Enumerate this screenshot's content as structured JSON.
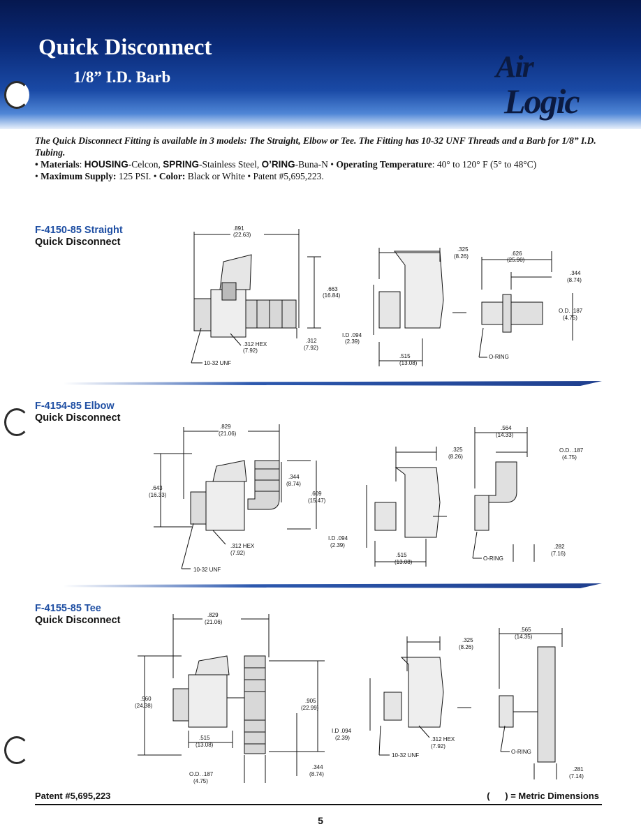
{
  "header": {
    "title": "Quick Disconnect",
    "subtitle": "1/8” I.D. Barb",
    "logo_line1": "Air",
    "logo_line2": "Logic",
    "colors": {
      "band_dark": "#06184f",
      "band_light": "#4f86d6",
      "model_blue": "#1f4fa3"
    }
  },
  "intro": {
    "summary": "The Quick Disconnect Fitting is available in 3 models: The Straight, Elbow or Tee. The Fitting has 10-32 UNF Threads and a Barb for 1/8” I.D. Tubing.",
    "line2": {
      "bullet": "•",
      "materials_label": "Materials",
      "housing_label": "HOUSING",
      "housing_value": "-Celcon,",
      "spring_label": "SPRING",
      "spring_value": "-Stainless Steel,",
      "oring_label": "O’RING",
      "oring_value": "-Buna-N",
      "temp_label": "Operating Temperature",
      "temp_value": ": 40° to 120° F (5° to 48°C)"
    },
    "line3": {
      "supply_label": "Maximum Supply:",
      "supply_value": "125 PSI.",
      "color_label": "Color:",
      "color_value": "Black or White",
      "patent": "• Patent #5,695,223."
    }
  },
  "sections": [
    {
      "model": "F-4150-85 Straight",
      "description": "Quick Disconnect",
      "dims": {
        "width": ".891",
        "width_mm": "(22.63)",
        "height": ".663",
        "height_mm": "(16.84)",
        "hex": ".312 HEX",
        "hex_mm": "(7.92)",
        "barb_len": ".312",
        "barb_len_mm": "(7.92)",
        "thread": "10-32 UNF",
        "id": "I.D .094",
        "id_mm": "(2.39)",
        "socket_w": ".325",
        "socket_w_mm": "(8.26)",
        "base_w": ".515",
        "base_w_mm": "(13.08)",
        "plug_len": ".626",
        "plug_len_mm": "(25.90)",
        "plug_barb": ".344",
        "plug_barb_mm": "(8.74)",
        "od": "O.D. .187",
        "od_mm": "(4.75)",
        "oring": "O-RING"
      }
    },
    {
      "model": "F-4154-85 Elbow",
      "description": "Quick Disconnect",
      "dims": {
        "width": ".829",
        "width_mm": "(21.06)",
        "left_h": ".643",
        "left_h_mm": "(16.33)",
        "barb_h": ".344",
        "barb_h_mm": "(8.74)",
        "height": ".609",
        "height_mm": "(15.47)",
        "hex": ".312 HEX",
        "hex_mm": "(7.92)",
        "thread": "10-32 UNF",
        "id": "I.D .094",
        "id_mm": "(2.39)",
        "socket_w": ".325",
        "socket_w_mm": "(8.26)",
        "base_w": ".515",
        "base_w_mm": "(13.08)",
        "plug_w": ".564",
        "plug_w_mm": "(14.33)",
        "od": "O.D. .187",
        "od_mm": "(4.75)",
        "plug_base": ".282",
        "plug_base_mm": "(7.16)",
        "oring": "O-RING"
      }
    },
    {
      "model": "F-4155-85 Tee",
      "description": "Quick Disconnect",
      "dims": {
        "width": ".829",
        "width_mm": "(21.06)",
        "left_h": ".960",
        "left_h_mm": "(24.38)",
        "height": ".905",
        "height_mm": "(22.99)",
        "base_w": ".515",
        "base_w_mm": "(13.08)",
        "od": "O.D. .187",
        "od_mm": "(4.75)",
        "barb_h": ".344",
        "barb_h_mm": "(8.74)",
        "id": "I.D .094",
        "id_mm": "(2.39)",
        "socket_w": ".325",
        "socket_w_mm": "(8.26)",
        "hex": ".312 HEX",
        "hex_mm": "(7.92)",
        "thread": "10-32 UNF",
        "plug_w": ".565",
        "plug_w_mm": "(14.35)",
        "plug_base": ".281",
        "plug_base_mm": "(7.14)",
        "oring": "O-RING"
      }
    }
  ],
  "footer": {
    "patent": "Patent #5,695,223",
    "metric_note": "(      ) = Metric Dimensions",
    "page_number": "5"
  }
}
